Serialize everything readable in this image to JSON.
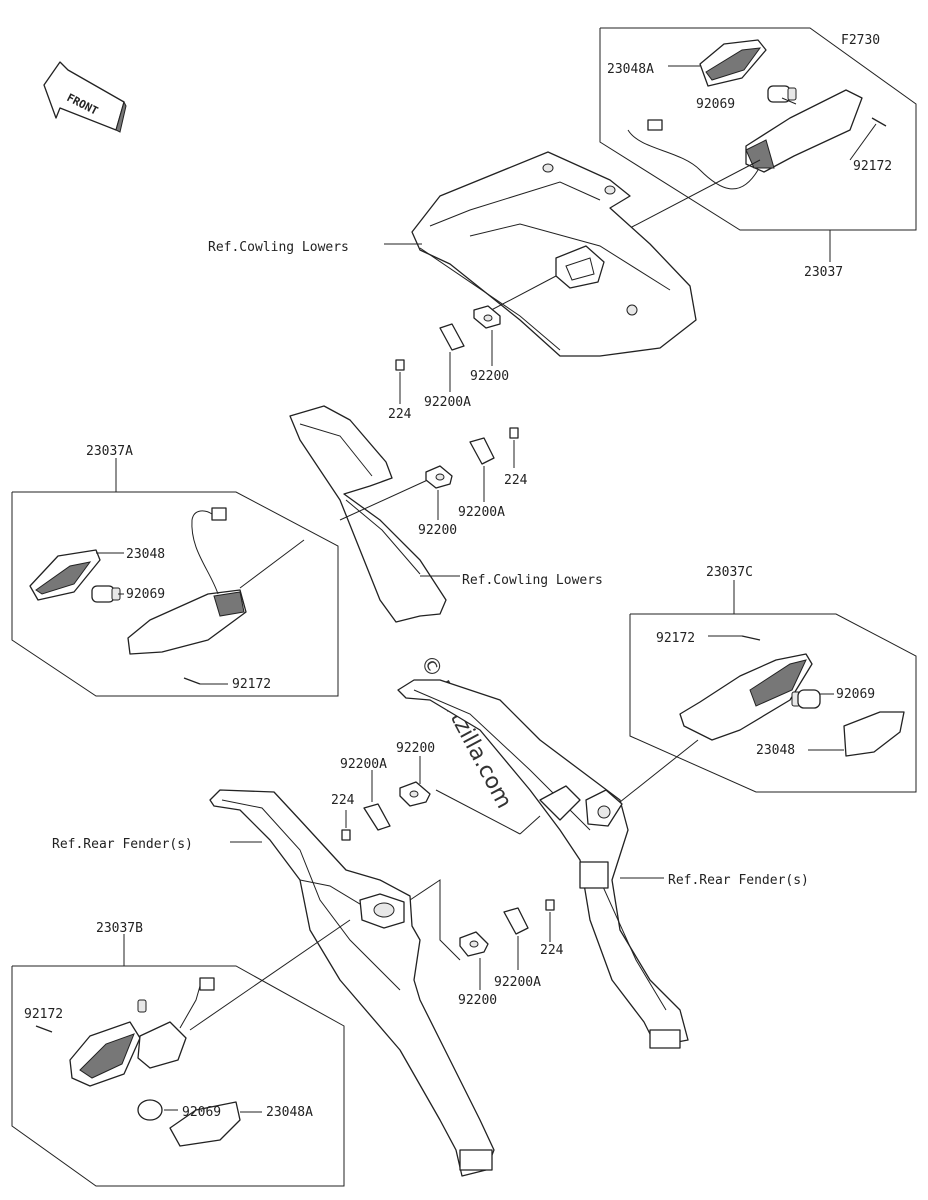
{
  "diagram_code": "F2730",
  "front_label": "FRONT",
  "watermark": "© Partzilla.com",
  "labels": {
    "a_23048A": "23048A",
    "a_92069": "92069",
    "a_92172": "92172",
    "a_23037": "23037",
    "ref_cowl_1": "Ref.Cowling Lowers",
    "c1_224": "224",
    "c1_92200A": "92200A",
    "c1_92200": "92200",
    "b_23037A": "23037A",
    "b_23048": "23048",
    "b_92069": "92069",
    "b_92172": "92172",
    "c2_224": "224",
    "c2_92200A": "92200A",
    "c2_92200": "92200",
    "ref_cowl_2": "Ref.Cowling Lowers",
    "d_23037C": "23037C",
    "d_92172": "92172",
    "d_92069": "92069",
    "d_23048": "23048",
    "e_92200A": "92200A",
    "e_92200": "92200",
    "e_224": "224",
    "ref_fender_1": "Ref.Rear Fender(s)",
    "ref_fender_2": "Ref.Rear Fender(s)",
    "f_224": "224",
    "f_92200A": "92200A",
    "f_92200": "92200",
    "g_23037B": "23037B",
    "g_92172": "92172",
    "g_92069": "92069",
    "g_23048A": "23048A"
  }
}
